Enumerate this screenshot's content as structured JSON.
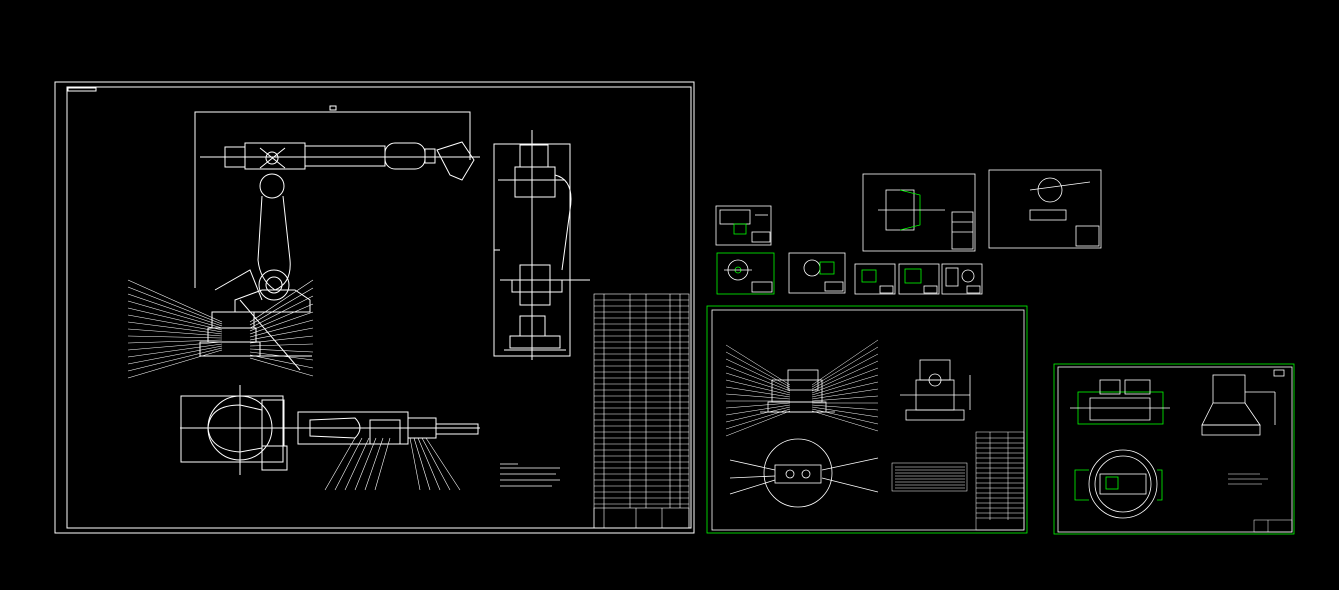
{
  "colors": {
    "background": "#000000",
    "line": "#ffffff",
    "highlight": "#00ff00",
    "fill": "#e6e6e6"
  },
  "sheets": [
    {
      "name": "main-assembly-sheet",
      "border": "white",
      "content": "robot-arm-assembly"
    },
    {
      "name": "small-drawing-1",
      "border": "white",
      "content": "part-detail"
    },
    {
      "name": "small-drawing-2",
      "border": "white",
      "content": "part-detail"
    },
    {
      "name": "small-drawing-3",
      "border": "white",
      "content": "part-detail"
    },
    {
      "name": "small-drawing-4",
      "border": "green",
      "content": "part-detail"
    },
    {
      "name": "small-drawing-5",
      "border": "white",
      "content": "part-detail"
    },
    {
      "name": "small-drawing-6",
      "border": "white",
      "content": "part-detail"
    },
    {
      "name": "small-drawing-7",
      "border": "white",
      "content": "part-detail"
    },
    {
      "name": "small-drawing-8",
      "border": "white",
      "content": "part-detail"
    },
    {
      "name": "base-assembly-sheet",
      "border": "green",
      "content": "base-assembly"
    },
    {
      "name": "base-part-sheet",
      "border": "green",
      "content": "base-part"
    }
  ]
}
